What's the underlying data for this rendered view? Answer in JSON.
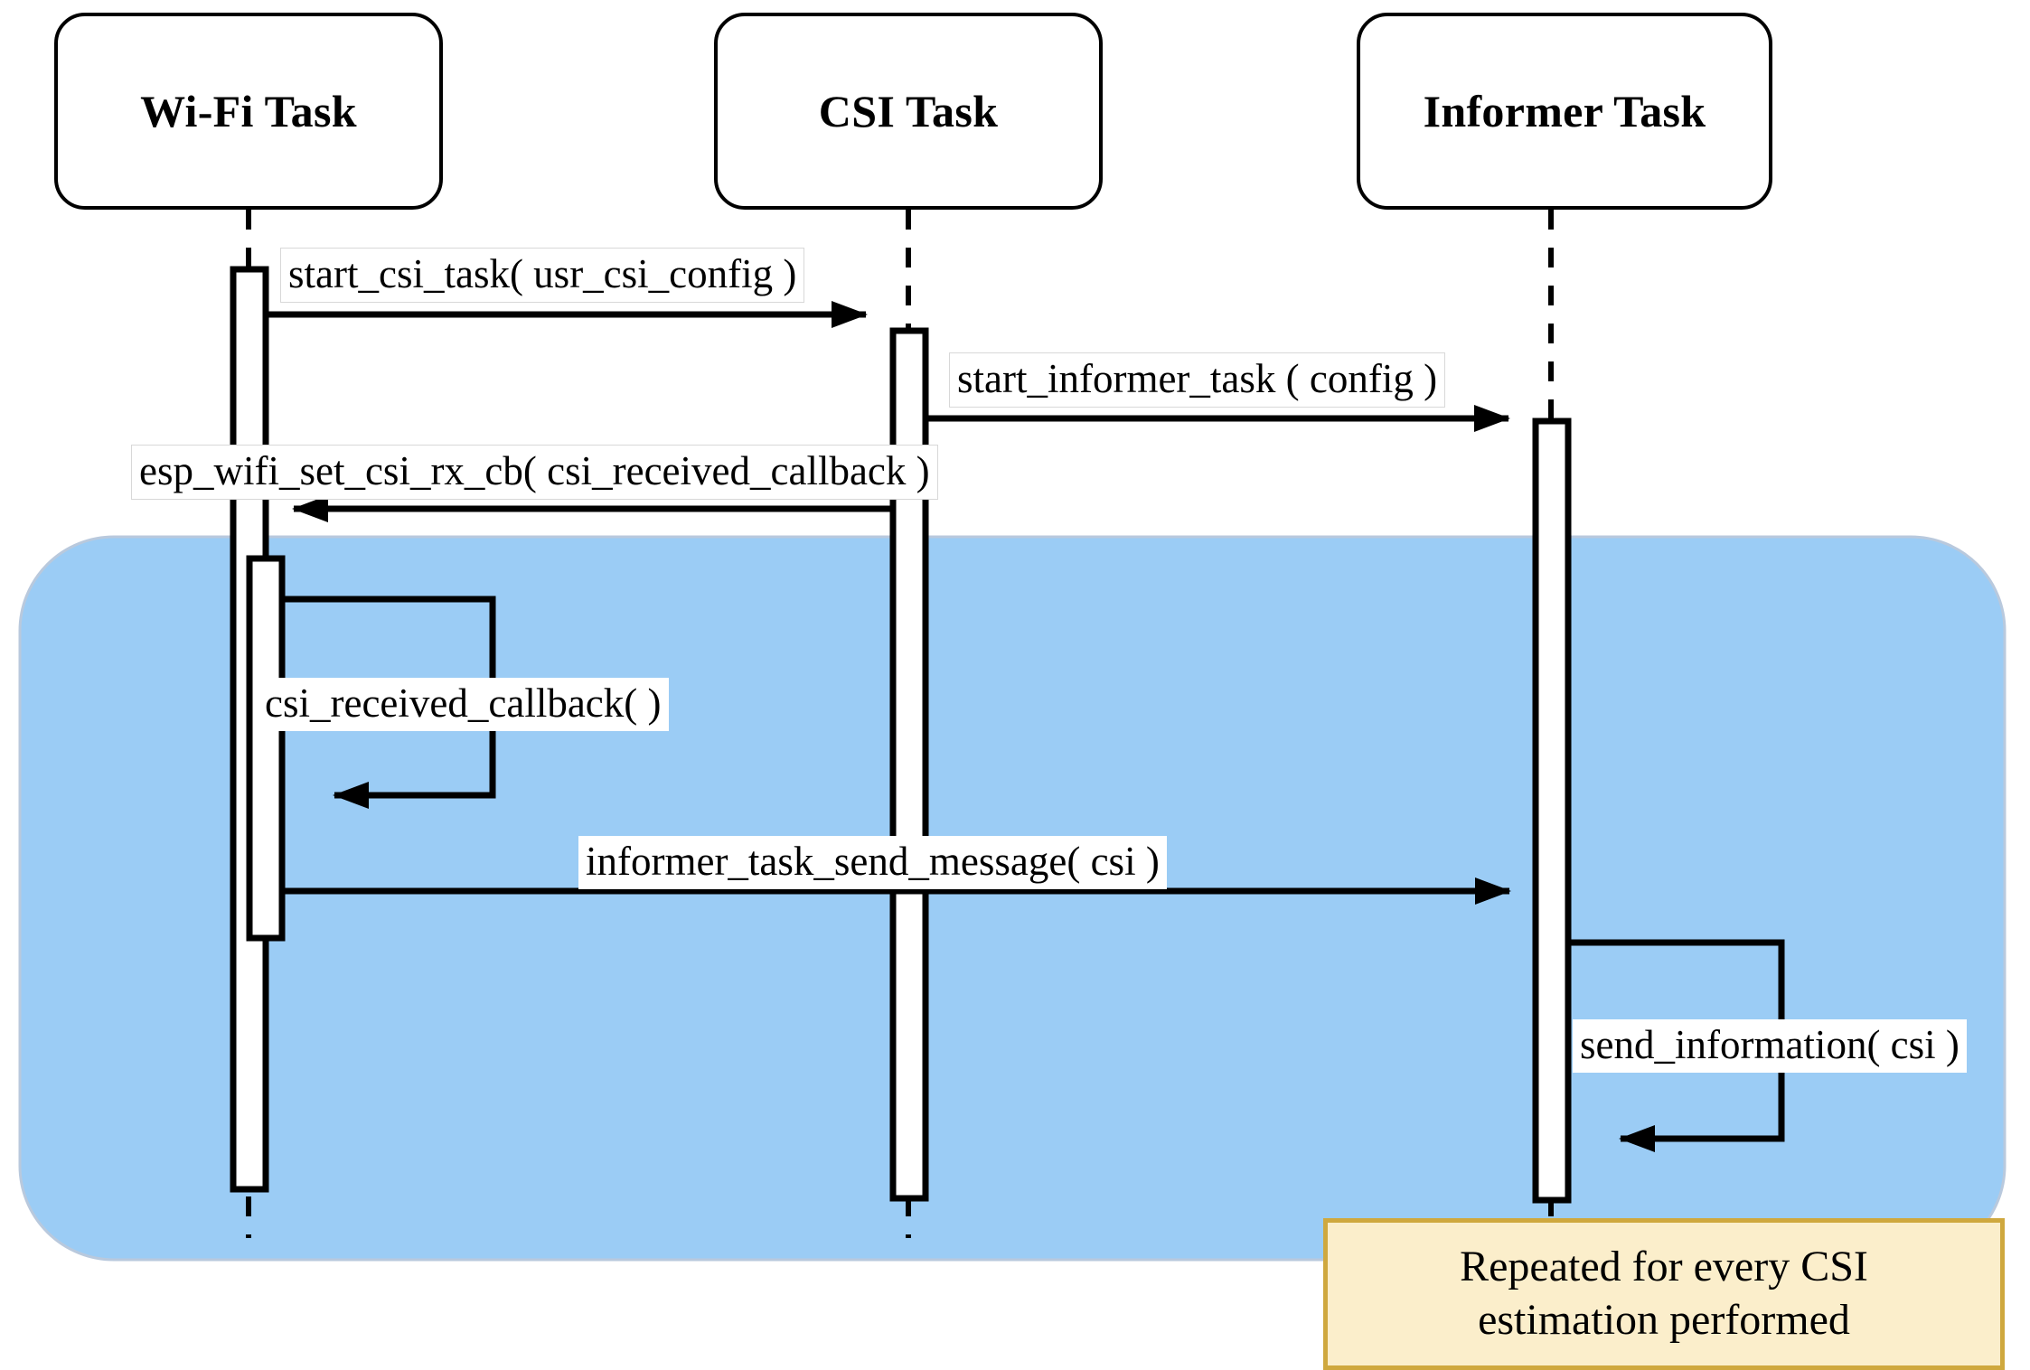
{
  "diagram": {
    "type": "uml-sequence-diagram",
    "background_color": "#ffffff",
    "highlight_region_color": "#9BCCF5",
    "note_fill_color": "#fbeecb",
    "note_border_color": "#cfa83e",
    "line_color": "#000000"
  },
  "participants": [
    {
      "id": "wifi",
      "label": "Wi-Fi Task"
    },
    {
      "id": "csi",
      "label": "CSI Task"
    },
    {
      "id": "informer",
      "label": "Informer Task"
    }
  ],
  "messages": [
    {
      "id": "m1",
      "label": "start_csi_task( usr_csi_config )",
      "from": "wifi",
      "to": "csi",
      "direction": "right",
      "kind": "call"
    },
    {
      "id": "m2",
      "label": "start_informer_task ( config )",
      "from": "csi",
      "to": "informer",
      "direction": "right",
      "kind": "call"
    },
    {
      "id": "m3",
      "label": "esp_wifi_set_csi_rx_cb( csi_received_callback )",
      "from": "csi",
      "to": "wifi",
      "direction": "left",
      "kind": "call"
    },
    {
      "id": "m4",
      "label": "csi_received_callback( )",
      "from": "wifi",
      "to": "wifi",
      "direction": "self",
      "kind": "self-call"
    },
    {
      "id": "m5",
      "label": "informer_task_send_message( csi )",
      "from": "wifi",
      "to": "informer",
      "direction": "right",
      "kind": "call"
    },
    {
      "id": "m6",
      "label": "send_information( csi )",
      "from": "informer",
      "to": "informer",
      "direction": "self",
      "kind": "self-call"
    }
  ],
  "note": {
    "lines": [
      "Repeated for every CSI",
      "estimation performed"
    ]
  }
}
